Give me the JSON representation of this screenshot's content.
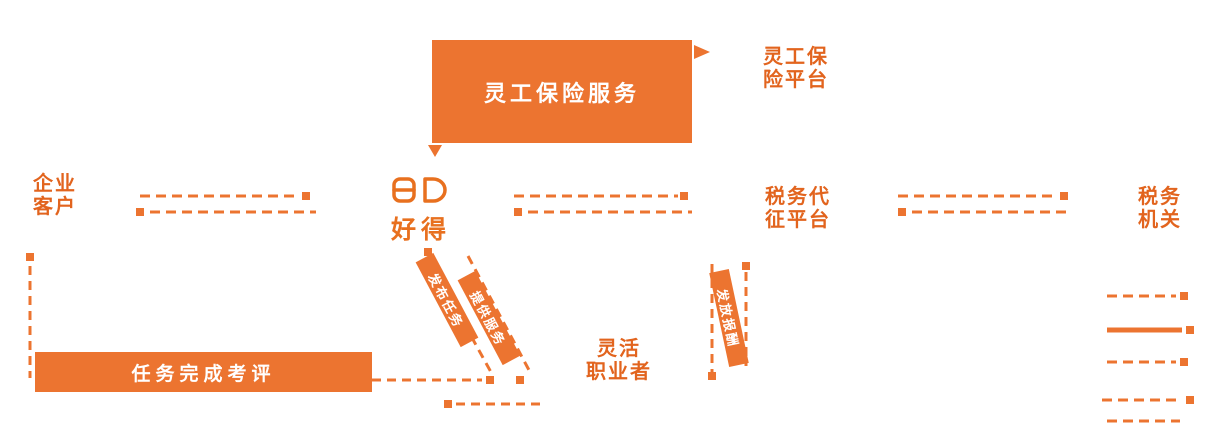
{
  "colors": {
    "orange": "#EC7430",
    "label_orange": "#E2641E"
  },
  "boxes": {
    "insurance_box": "灵工保险服务",
    "evaluation_box": "任务完成考评"
  },
  "entities": {
    "insurance_platform": "灵工保\n险平台",
    "enterprise": "企业\n客户",
    "tax_agency": "税务代\n征平台",
    "tax_authority": "税务\n机关",
    "flex_worker": "灵活\n职业者"
  },
  "logo": {
    "text": "好得"
  },
  "flow_labels": {
    "diag1": "发布任务",
    "diag2": "提供服务",
    "payout": "发放报酬"
  }
}
